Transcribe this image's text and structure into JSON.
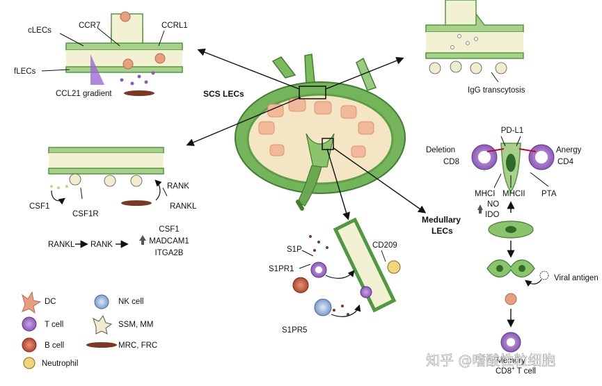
{
  "labels": {
    "clecs": "cLECs",
    "ccr7": "CCR7",
    "ccrl1": "CCRL1",
    "flecs": "fLECs",
    "ccl21": "CCL21 gradient",
    "scs": "SCS LECs",
    "igg": "IgG transcytosis",
    "pdl1": "PD-L1",
    "deletion": "Deletion",
    "cd8": "CD8",
    "anergy": "Anergy",
    "cd4": "CD4",
    "mhci": "MHCI",
    "mhcii": "MHCII",
    "pta": "PTA",
    "no": "NO",
    "ido": "IDO",
    "medullary1": "Medullary",
    "medullary2": "LECs",
    "viral": "Viral antigen",
    "cd8t_a": "Memory",
    "cd8t_b": "CD8",
    "cd8t_sup": "+",
    "cd8t_c": " T cell",
    "csf1_left": "CSF1",
    "csf1r": "CSF1R",
    "rank": "RANK",
    "rankl": "RANKL",
    "pathway_rankl": "RANKL",
    "pathway_rank": "RANK",
    "out_csf1": "CSF1",
    "out_madcam1": "MADCAM1",
    "out_itga2b": "ITGA2B",
    "s1p": "S1P",
    "s1pr1": "S1PR1",
    "s1pr5": "S1PR5",
    "cd209": "CD209"
  },
  "legend": [
    {
      "label": "DC",
      "icon": "dc-icon"
    },
    {
      "label": "NK cell",
      "icon": "nk-cell-icon"
    },
    {
      "label": "T cell",
      "icon": "t-cell-icon"
    },
    {
      "label": "SSM, MM",
      "icon": "macrophage-icon"
    },
    {
      "label": "B cell",
      "icon": "b-cell-icon"
    },
    {
      "label": "MRC, FRC",
      "icon": "stromal-cell-icon"
    },
    {
      "label": "Neutrophil",
      "icon": "neutrophil-icon"
    }
  ],
  "watermark": "知乎 @嗜酸性粒细胞",
  "colors": {
    "lec_green": "#4f9a3e",
    "lec_fill": "#a8d08a",
    "lumen": "#f3f1d4",
    "node_outer": "#6cae55",
    "follicle": "#f2b89a",
    "t_cell": "#8c5ab8",
    "b_cell": "#c0503a",
    "dc": "#e6a080"
  }
}
